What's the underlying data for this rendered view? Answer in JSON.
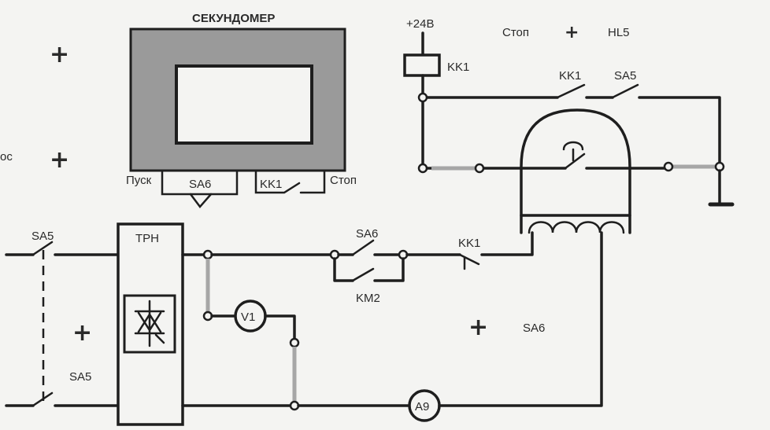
{
  "stopwatch": {
    "title": "СЕКУНДОМЕР",
    "start_label": "Пуск",
    "stop_label": "Стоп",
    "button_a": "SA6",
    "button_b": "KK1"
  },
  "top_left_edge_text": "ос",
  "labels": {
    "supply": "+24В",
    "relay_coil": "KK1",
    "stop_text": "Стоп",
    "lamp": "HL5",
    "contact_kk1_top": "KK1",
    "contact_sa5_top": "SA5",
    "switch_sa5_top": "SA5",
    "switch_sa5_bottom": "SA5",
    "regulator": "ТРН",
    "contact_sa6": "SA6",
    "contact_km2": "KM2",
    "contact_kk1_mid": "KK1",
    "voltmeter": "V1",
    "ammeter": "A9",
    "field_sa6": "SA6"
  },
  "plus_sign": "+"
}
